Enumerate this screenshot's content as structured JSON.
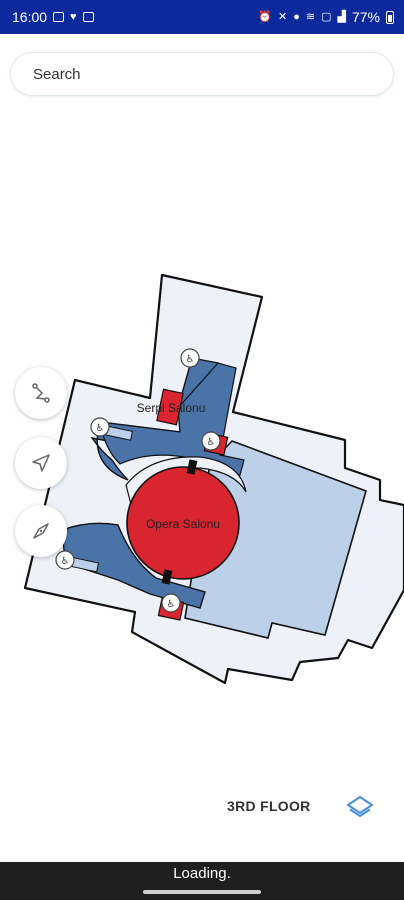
{
  "status_bar": {
    "time": "16:00",
    "battery_percent": "77%",
    "bg_color": "#0d2a9c"
  },
  "search": {
    "placeholder": "Search",
    "value": ""
  },
  "map": {
    "rooms": [
      {
        "label": "Serpi Salonu"
      },
      {
        "label": "Opera Salonu"
      }
    ],
    "colors": {
      "corridor": "#eef2f8",
      "hall": "#bcd0ea",
      "service": "#4a73a8",
      "room": "#d8252f",
      "outline": "#111111"
    },
    "buttons": [
      {
        "name": "route-icon"
      },
      {
        "name": "navigate-icon"
      },
      {
        "name": "compass-icon"
      }
    ]
  },
  "floor": {
    "label": "3RD FLOOR",
    "icon": "layers-icon"
  },
  "footer": {
    "loading_text": "Loading."
  }
}
